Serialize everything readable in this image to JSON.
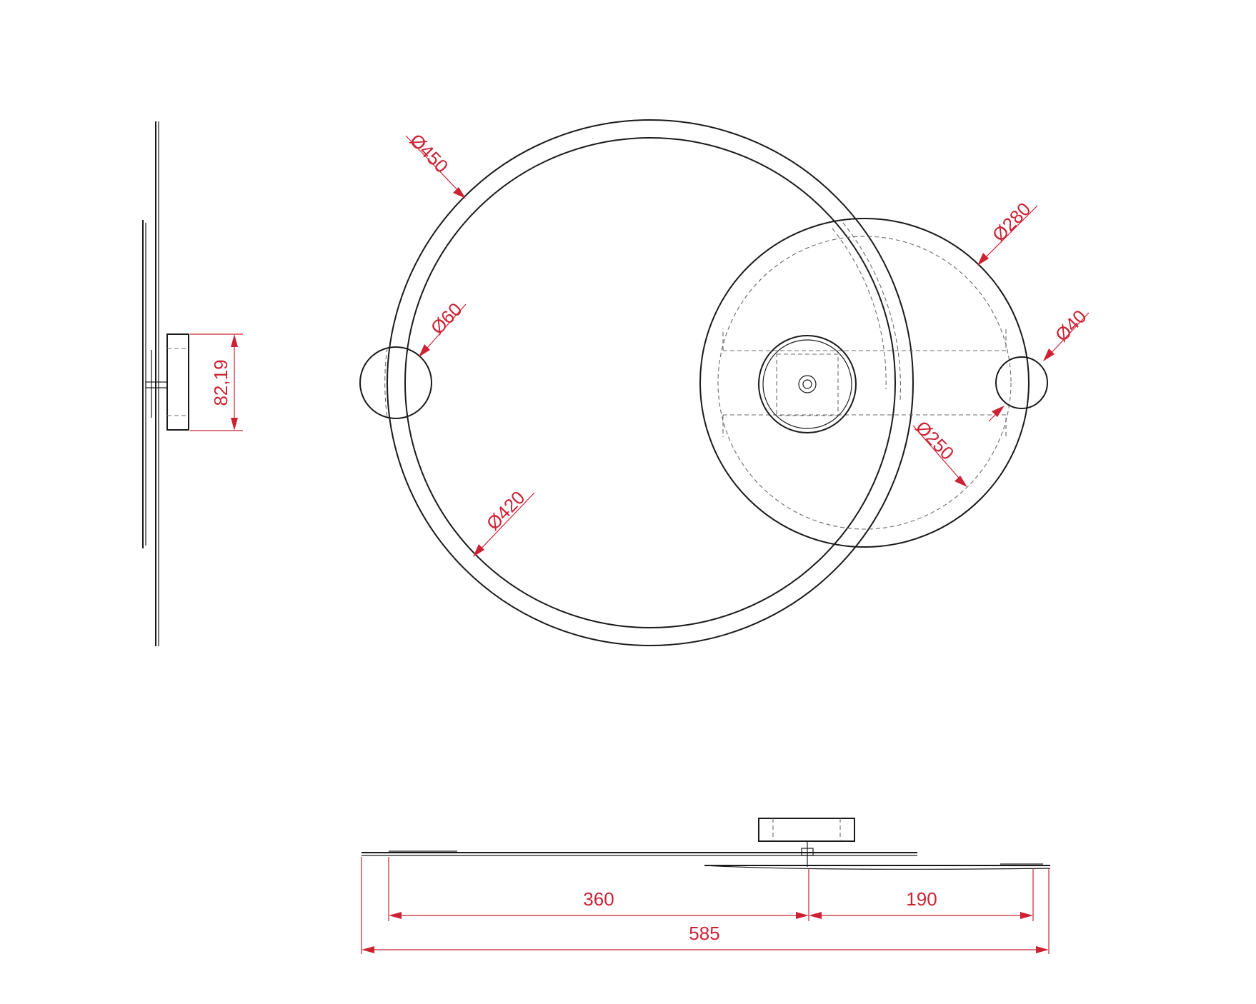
{
  "dimensions": {
    "dia_450": "Ø450",
    "dia_420": "Ø420",
    "dia_280": "Ø280",
    "dia_250": "Ø250",
    "dia_60": "Ø60",
    "dia_40": "Ø40",
    "height": "82,19",
    "len_360": "360",
    "len_190": "190",
    "len_585": "585"
  },
  "colors": {
    "dimension": "#cc2233",
    "outline": "#1a1a1a",
    "hidden": "#6b6b6b"
  }
}
